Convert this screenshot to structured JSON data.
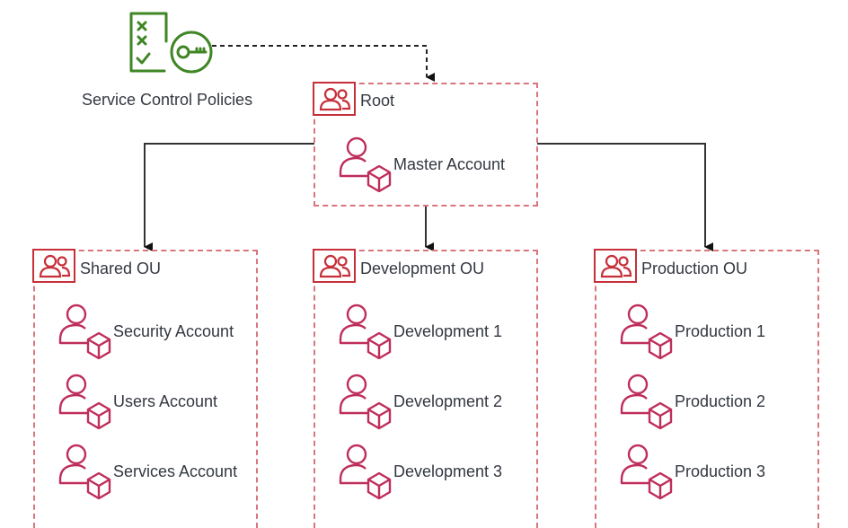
{
  "policy": {
    "label": "Service Control Policies",
    "icon": "scp-policy-key-icon",
    "color": "#3f8624"
  },
  "root": {
    "label": "Root",
    "icon": "organization-group-icon",
    "account": {
      "label": "Master Account",
      "icon": "account-box-icon"
    }
  },
  "ous": [
    {
      "label": "Shared OU",
      "icon": "organization-group-icon",
      "accounts": [
        {
          "label": "Security Account"
        },
        {
          "label": "Users Account"
        },
        {
          "label": "Services Account"
        }
      ]
    },
    {
      "label": "Development OU",
      "icon": "organization-group-icon",
      "accounts": [
        {
          "label": "Development 1"
        },
        {
          "label": "Development 2"
        },
        {
          "label": "Development 3"
        }
      ]
    },
    {
      "label": "Production OU",
      "icon": "organization-group-icon",
      "accounts": [
        {
          "label": "Production 1"
        },
        {
          "label": "Production 2"
        },
        {
          "label": "Production 3"
        }
      ]
    }
  ],
  "colors": {
    "ou_border": "#c7303a",
    "container_dash": "#d9767d",
    "account_icon": "#bf2e5b",
    "connector": "#222222"
  }
}
